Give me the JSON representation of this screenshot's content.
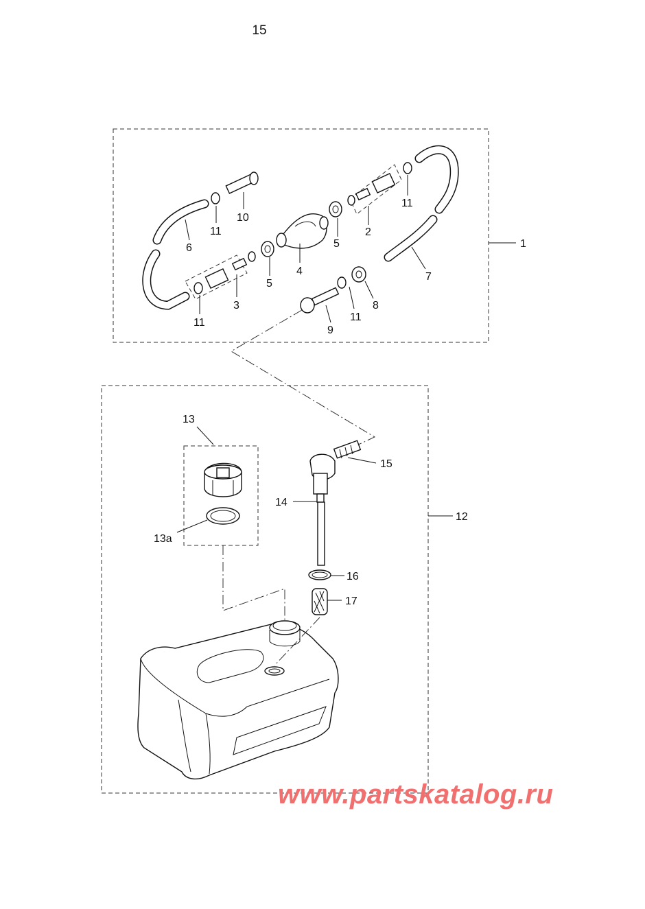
{
  "page_number": "15",
  "callouts": {
    "c1": "1",
    "c2": "2",
    "c3": "3",
    "c4": "4",
    "c5a": "5",
    "c5b": "5",
    "c6": "6",
    "c7": "7",
    "c8": "8",
    "c9": "9",
    "c10": "10",
    "c11a": "11",
    "c11b": "11",
    "c11c": "11",
    "c11d": "11",
    "c12": "12",
    "c13": "13",
    "c13a": "13a",
    "c14": "14",
    "c15": "15",
    "c16": "16",
    "c17": "17"
  },
  "watermark": "www.partskatalog.ru",
  "colors": {
    "watermark": "#f07070",
    "line": "#111111"
  }
}
